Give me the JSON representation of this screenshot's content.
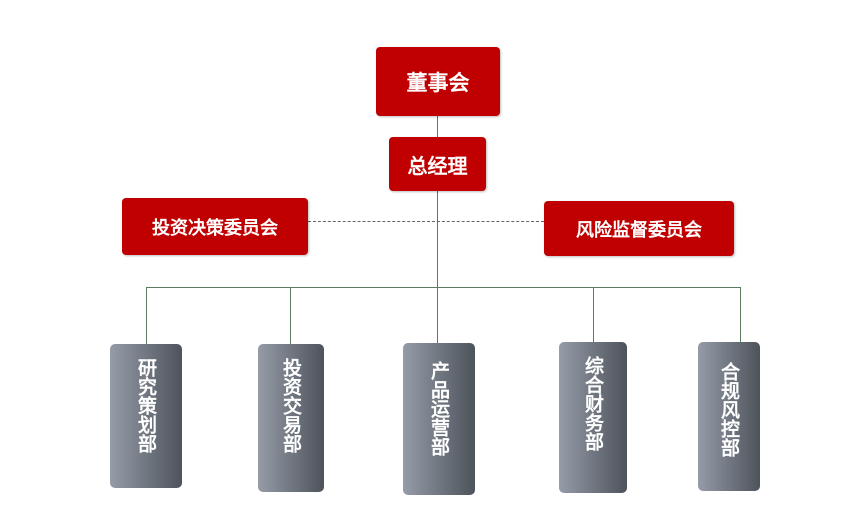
{
  "board": "董事会",
  "gm": "总经理",
  "committees": {
    "investment": "投资决策委员会",
    "risk": "风险监督委员会"
  },
  "departments": [
    "研究策划部",
    "投资交易部",
    "产品运营部",
    "综合财务部",
    "合规风控部"
  ],
  "colors": {
    "primary": "#c00000",
    "dept_light": "#959ca8",
    "dept_dark": "#4e535b",
    "line": "#5b7a5e"
  }
}
